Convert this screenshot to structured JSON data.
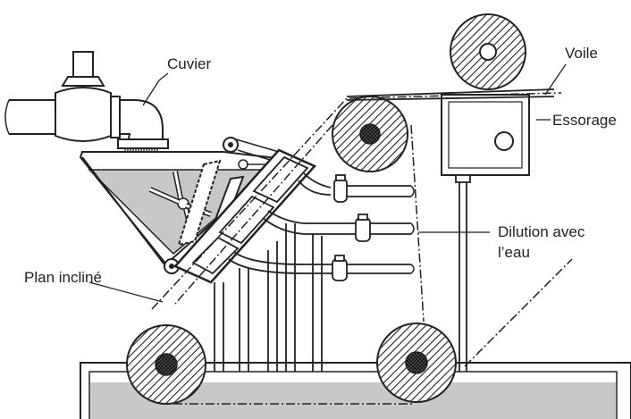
{
  "labels": {
    "cuvier": "Cuvier",
    "voile": "Voile",
    "essorage": "Essorage",
    "dilution_line1": "Dilution avec",
    "dilution_line2": "l’eau",
    "plan_incline": "Plan incliné"
  },
  "colors": {
    "ink": "#222222",
    "fill_grey": "#c8c8c8",
    "background": "#ffffff"
  }
}
